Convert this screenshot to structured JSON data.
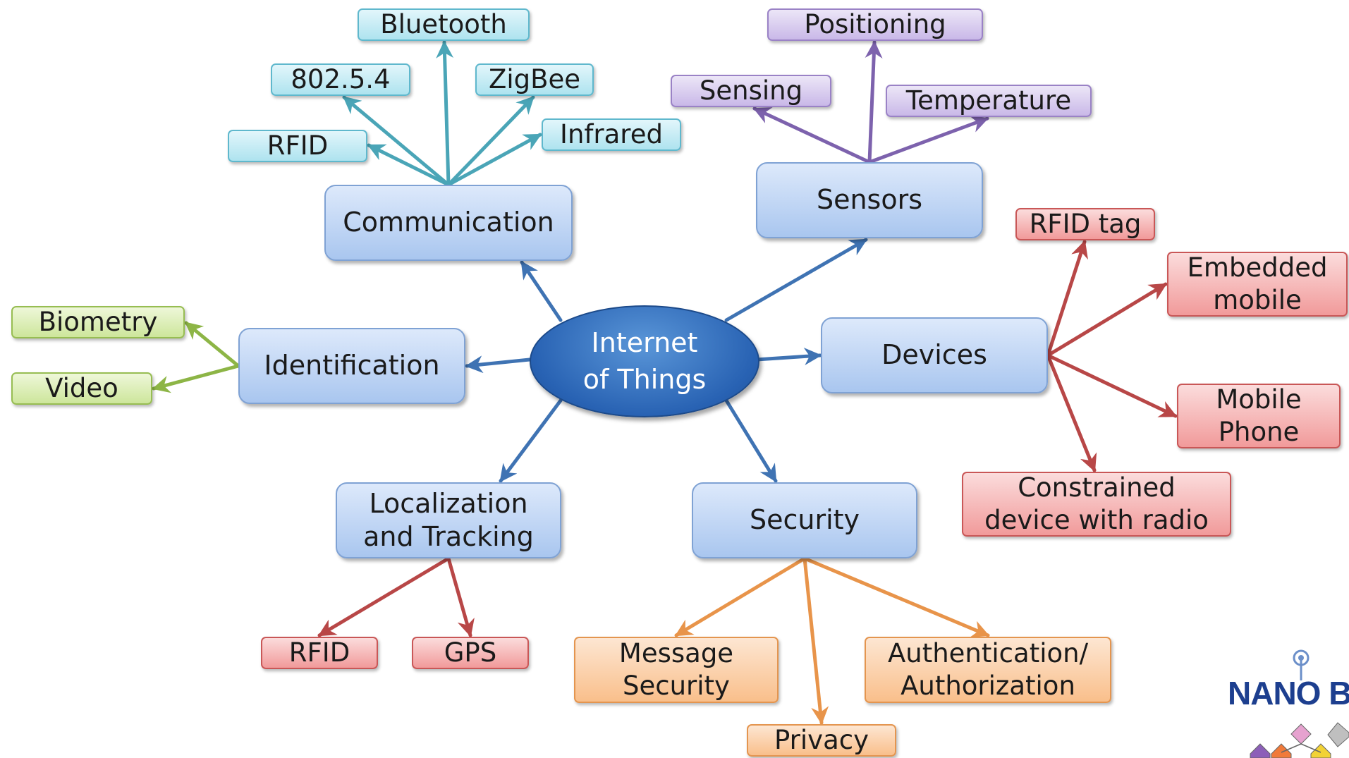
{
  "hub": {
    "label": "Internet\nof Things"
  },
  "main_nodes": {
    "communication": "Communication",
    "sensors": "Sensors",
    "identification": "Identification",
    "devices": "Devices",
    "localization": "Localization\nand Tracking",
    "security": "Security"
  },
  "communication_items": {
    "bluetooth": "Bluetooth",
    "ieee": "802.5.4",
    "zigbee": "ZigBee",
    "rfid": "RFID",
    "infrared": "Infrared"
  },
  "sensors_items": {
    "positioning": "Positioning",
    "sensing": "Sensing",
    "temperature": "Temperature"
  },
  "identification_items": {
    "biometry": "Biometry",
    "video": "Video"
  },
  "devices_items": {
    "rfid_tag": "RFID tag",
    "embedded_mobile": "Embedded\nmobile",
    "mobile_phone": "Mobile\nPhone",
    "constrained": "Constrained\ndevice with radio"
  },
  "localization_items": {
    "rfid": "RFID",
    "gps": "GPS"
  },
  "security_items": {
    "message_security": "Message\nSecurity",
    "privacy": "Privacy",
    "auth": "Authentication/\nAuthorization"
  },
  "logo": {
    "text": "NANO BLU"
  },
  "colors": {
    "hub_arrow": "#3f73b3",
    "communication": "#4aa5b7",
    "sensors": "#7d62ad",
    "identification": "#8db546",
    "devices": "#b84747",
    "localization": "#b84747",
    "security": "#e8944a"
  }
}
